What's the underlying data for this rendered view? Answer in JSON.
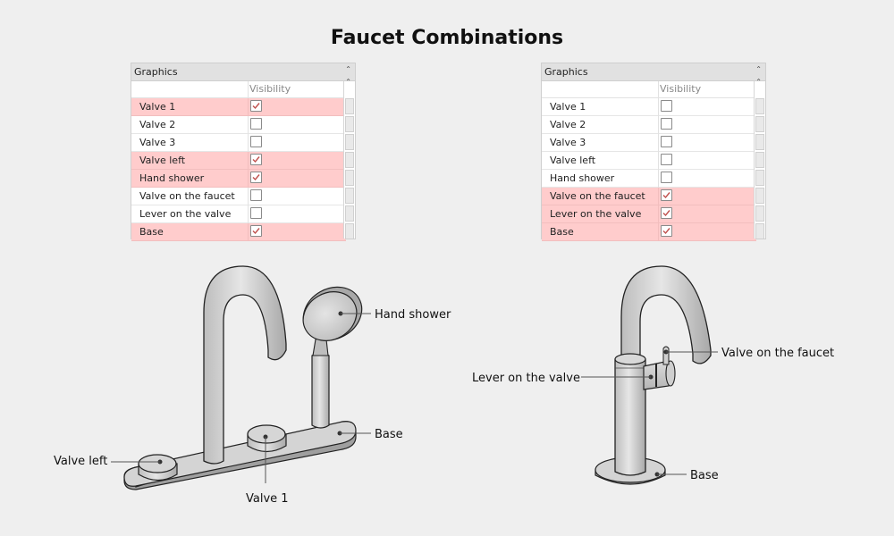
{
  "title": "Faucet Combinations",
  "panels": [
    {
      "header": "Graphics",
      "column": "Visibility",
      "rows": [
        {
          "label": "Valve 1",
          "visible": true
        },
        {
          "label": "Valve 2",
          "visible": false
        },
        {
          "label": "Valve 3",
          "visible": false
        },
        {
          "label": "Valve left",
          "visible": true
        },
        {
          "label": "Hand shower",
          "visible": true
        },
        {
          "label": "Valve on the faucet",
          "visible": false
        },
        {
          "label": "Lever on the valve",
          "visible": false
        },
        {
          "label": "Base",
          "visible": true
        }
      ]
    },
    {
      "header": "Graphics",
      "column": "Visibility",
      "rows": [
        {
          "label": "Valve 1",
          "visible": false
        },
        {
          "label": "Valve 2",
          "visible": false
        },
        {
          "label": "Valve 3",
          "visible": false
        },
        {
          "label": "Valve left",
          "visible": false
        },
        {
          "label": "Hand shower",
          "visible": false
        },
        {
          "label": "Valve on the faucet",
          "visible": true
        },
        {
          "label": "Lever on the valve",
          "visible": true
        },
        {
          "label": "Base",
          "visible": true
        }
      ]
    }
  ],
  "diagram_left": {
    "hand_shower": "Hand shower",
    "base": "Base",
    "valve_left": "Valve left",
    "valve_1": "Valve 1"
  },
  "diagram_right": {
    "valve_on_faucet": "Valve on the faucet",
    "lever_on_valve": "Lever on the valve",
    "base": "Base"
  },
  "colors": {
    "selected_row": "#ffcccc",
    "check": "#c0504d",
    "metal": "#c9c9c9"
  }
}
